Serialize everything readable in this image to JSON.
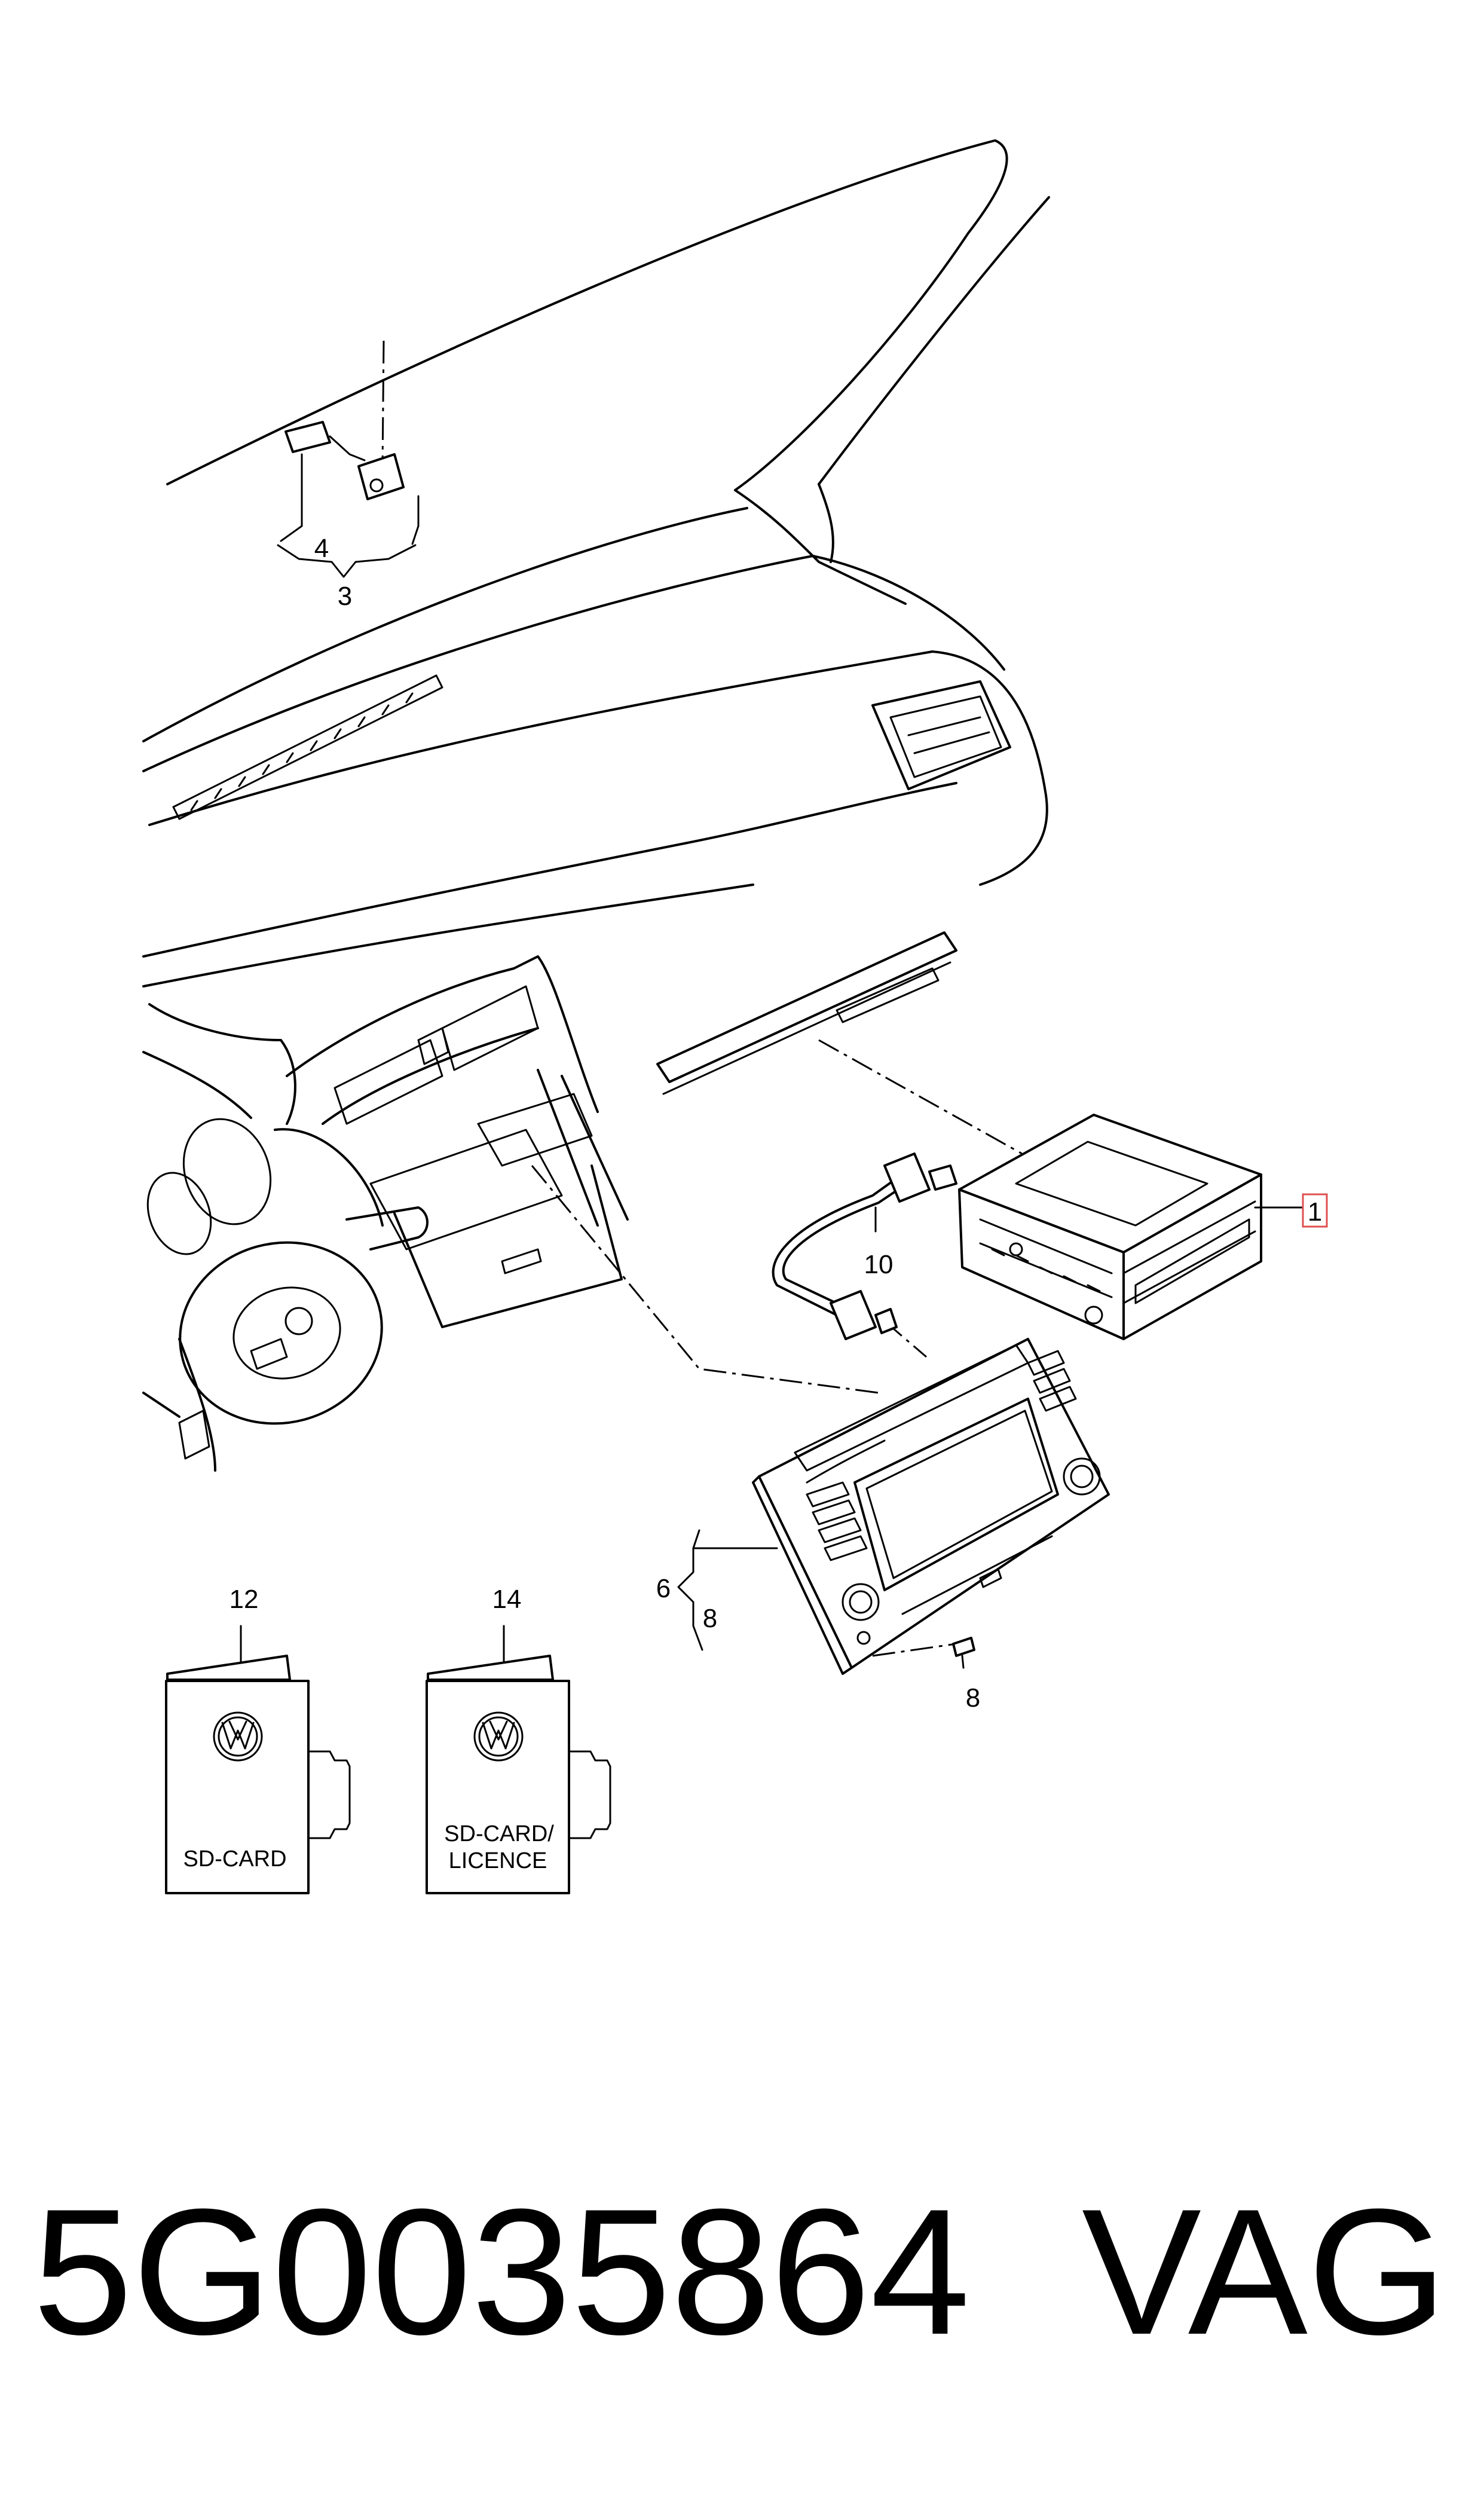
{
  "callouts": {
    "c1": "1",
    "c3": "3",
    "c4": "4",
    "c6": "6",
    "c8a": "8",
    "c8b": "8",
    "c10": "10",
    "c12": "12",
    "c14": "14"
  },
  "cards": {
    "sd_card_label": "SD-CARD",
    "licence_line1": "SD-CARD/",
    "licence_line2": "LICENCE"
  },
  "caption": {
    "part_number": "5G0035864",
    "brand": "VAG"
  },
  "colors": {
    "line": "#000000",
    "highlight": "#e05050",
    "background": "#ffffff"
  }
}
